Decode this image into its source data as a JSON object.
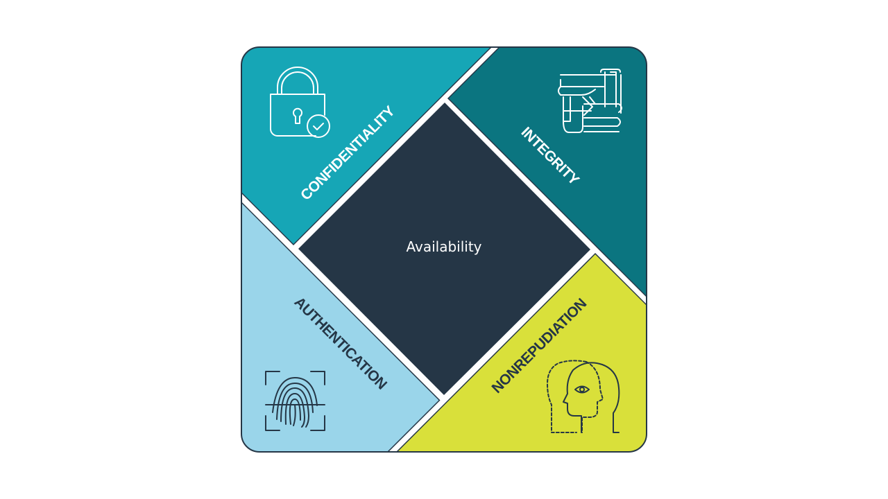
{
  "diagram": {
    "center": {
      "label": "Availability",
      "color": "#253646"
    },
    "quadrants": [
      {
        "id": "confidentiality",
        "label": "CONFIDENTIALITY",
        "color": "#16a6b6",
        "text_color": "#ffffff",
        "icon": "padlock-check-icon"
      },
      {
        "id": "integrity",
        "label": "INTEGRITY",
        "color": "#0b7580",
        "text_color": "#ffffff",
        "icon": "joined-hands-icon"
      },
      {
        "id": "authentication",
        "label": "AUTHENTICATION",
        "color": "#9ad5ea",
        "text_color": "#253646",
        "icon": "fingerprint-scan-icon"
      },
      {
        "id": "nonrepudiation",
        "label": "NONREPUDIATION",
        "color": "#d9e03a",
        "text_color": "#253646",
        "icon": "head-eye-icon"
      }
    ],
    "border_color": "#253646"
  }
}
